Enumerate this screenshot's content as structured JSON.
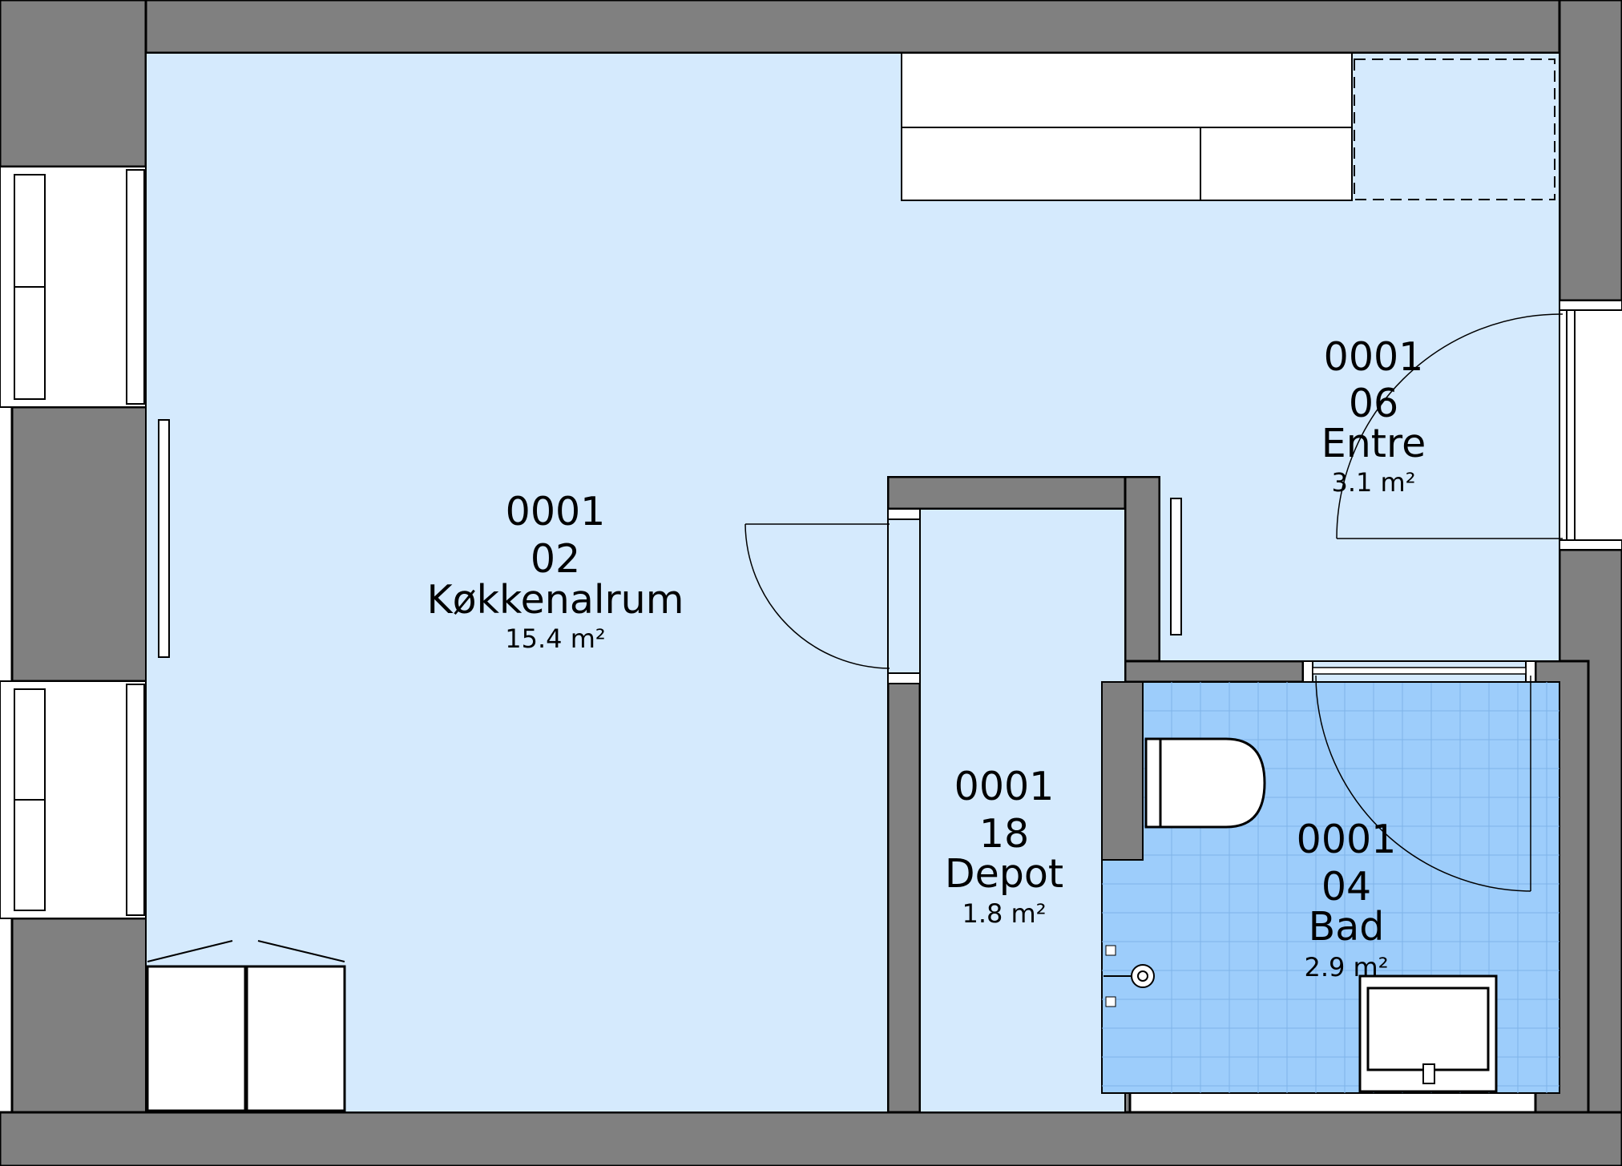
{
  "colors": {
    "wall": "#808080",
    "wall_stroke": "#000000",
    "room_floor": "#d5eafd",
    "bath_floor": "#9dcdfb",
    "bath_grid": "#7fb3e8",
    "fixture": "#ffffff",
    "line": "#000000"
  },
  "rooms": [
    {
      "id": "kokkenalrum",
      "unit": "0001",
      "number": "02",
      "name": "Køkkenalrum",
      "area": "15.4 m²"
    },
    {
      "id": "entre",
      "unit": "0001",
      "number": "06",
      "name": "Entre",
      "area": "3.1 m²"
    },
    {
      "id": "depot",
      "unit": "0001",
      "number": "18",
      "name": "Depot",
      "area": "1.8 m²"
    },
    {
      "id": "bad",
      "unit": "0001",
      "number": "04",
      "name": "Bad",
      "area": "2.9 m²"
    }
  ]
}
